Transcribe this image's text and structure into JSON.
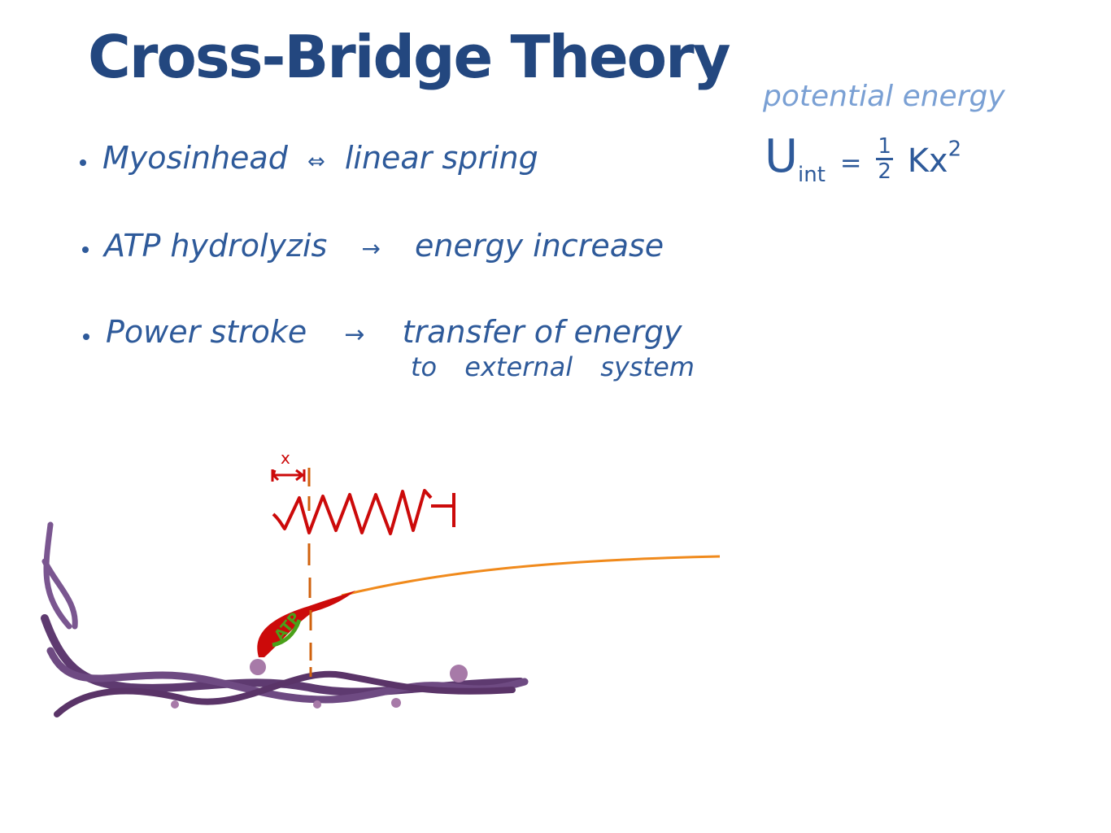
{
  "title": "Cross-Bridge Theory",
  "bullets": [
    {
      "left": "Myosinhead",
      "arrow": "⇔",
      "right": "linear spring"
    },
    {
      "left": "ATP hydrolyzis",
      "arrow": "→",
      "right": "energy increase"
    },
    {
      "left": "Power stroke",
      "arrow": "→",
      "right": "transfer of energy",
      "right2": "to external system"
    }
  ],
  "side": {
    "label": "potential energy",
    "formula": {
      "symbol": "U",
      "sub": "int",
      "eq": "=",
      "num": "1",
      "den": "2",
      "term": "Kx",
      "exp": "2"
    }
  },
  "diagram": {
    "x_label": "x",
    "atp_label": "ATP",
    "colors": {
      "spring": "#cc0a0a",
      "actin": "#5e3a70",
      "tail": "#f08a1c",
      "atp": "#4aa01a"
    }
  }
}
